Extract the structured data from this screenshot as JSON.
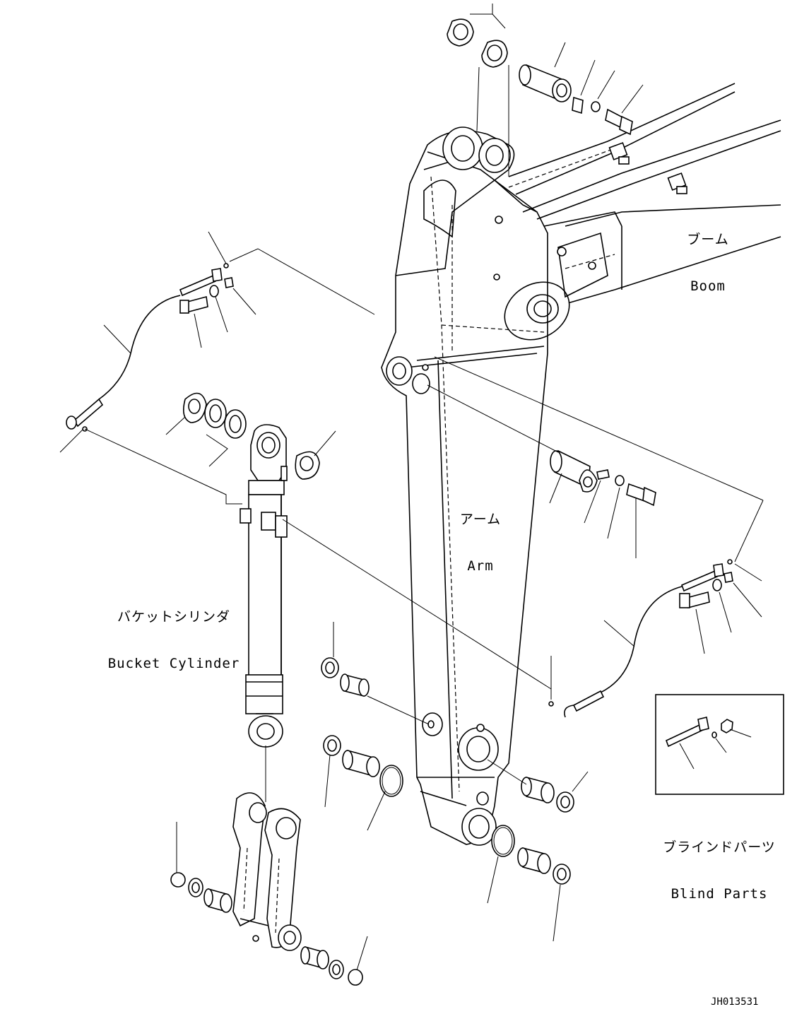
{
  "labels": {
    "boom": {
      "ja": "ブーム",
      "en": "Boom"
    },
    "arm": {
      "ja": "アーム",
      "en": "Arm"
    },
    "bucket_cylinder": {
      "ja": "バケットシリンダ",
      "en": "Bucket Cylinder"
    },
    "blind_parts": {
      "ja": "ブラインドパーツ",
      "en": "Blind Parts"
    }
  },
  "drawing_code": "JH013531"
}
